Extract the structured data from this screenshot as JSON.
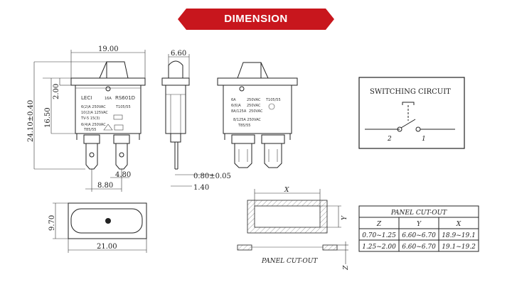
{
  "banner": {
    "title": "DIMENSION",
    "color": "#c8161d"
  },
  "front_view": {
    "width_dim": "19.00",
    "height_total_dim": "24.10±0.40",
    "body_height_dim": "16.50",
    "top_dim": "2.00",
    "pin_spacing_dim": "8.80",
    "pin_width_dim": "4.80",
    "markings": [
      "LECI",
      "16A",
      "RS601D",
      "6(2)A  250VAC",
      "T105/55",
      "10(2)A  125VAC",
      "TV-5  15(3)",
      "6(4)A 250VAC",
      "T85/55"
    ]
  },
  "side_view": {
    "width_dim": "6.60",
    "pin_thickness_dim": "0.80±0.05",
    "pin_offset_dim": "1.40"
  },
  "back_view": {
    "markings": [
      "6A",
      "250VAC",
      "T105/55",
      "6(6)A",
      "250VAC",
      "8A/125A",
      "250VAC",
      "8/125A 250VAC",
      "T85/55"
    ]
  },
  "bottom_view": {
    "length_dim": "21.00",
    "height_dim": "9.70"
  },
  "switching_circuit": {
    "title": "SWITCHING CIRCUIT",
    "pin_left": "2",
    "pin_right": "1"
  },
  "panel": {
    "x_label": "X",
    "y_label": "Y",
    "z_label": "Z",
    "caption": "PANEL CUT-OUT"
  },
  "panel_table": {
    "title": "PANEL CUT-OUT",
    "headers": [
      "Z",
      "Y",
      "X"
    ],
    "rows": [
      [
        "0.70~1.25",
        "6.60~6.70",
        "18.9~19.1"
      ],
      [
        "1.25~2.00",
        "6.60~6.70",
        "19.1~19.2"
      ]
    ]
  }
}
